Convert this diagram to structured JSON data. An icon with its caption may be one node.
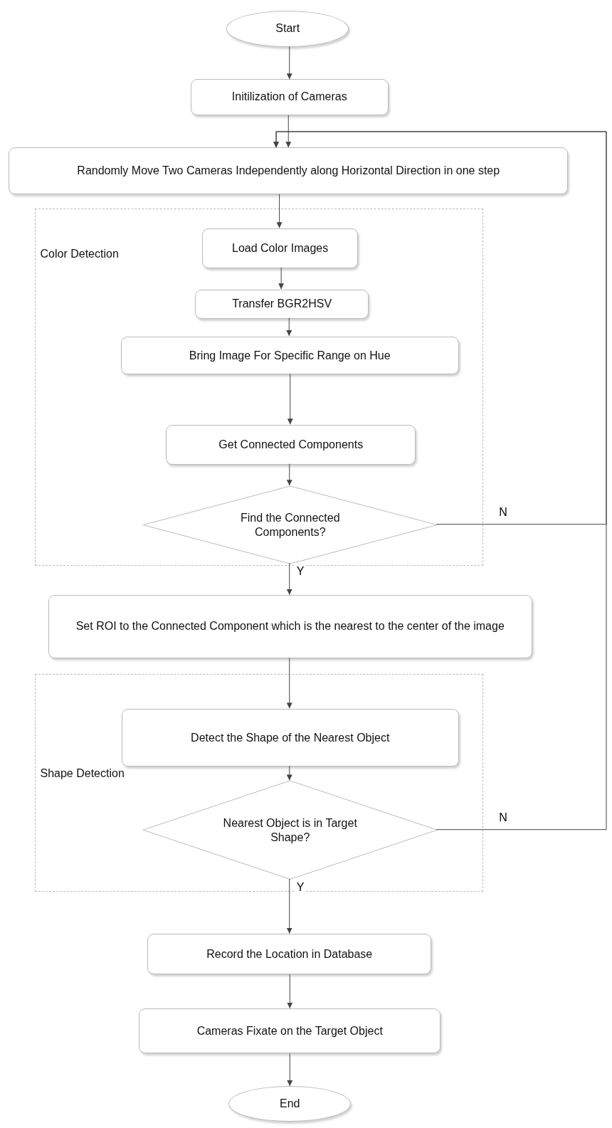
{
  "diagram": {
    "nodes": [
      {
        "text": [
          "Start"
        ]
      },
      {
        "text": [
          "Initilization of Cameras"
        ]
      },
      {
        "text": [
          "Randomly Move Two Cameras Independently along Horizontal Direction in one step"
        ]
      },
      {
        "text": [
          "Color Detection"
        ]
      },
      {
        "text": [
          "Load Color Images"
        ],
        "in": 3
      },
      {
        "text": [
          "Transfer BGR2HSV"
        ],
        "in": 3
      },
      {
        "text": [
          "Bring Image For Specific Range on Hue"
        ],
        "in": 3
      },
      {
        "text": [
          "Get Connected Components"
        ],
        "in": 3
      },
      {
        "text": [
          "Find the Connected Components?"
        ],
        "in": 3
      },
      {
        "text": [
          "Set ROI to the Connected Component which is the nearest to the center of the image"
        ]
      },
      {
        "text": [
          "Shape Detection"
        ]
      },
      {
        "text": [
          "Detect the Shape of the Nearest Object"
        ],
        "in": 10
      },
      {
        "text": [
          "Nearest Object is in Target Shape?"
        ],
        "in": 10
      },
      {
        "text": [
          "Record the Location in Database"
        ]
      },
      {
        "text": [
          "Cameras Fixate on the Target Object"
        ]
      },
      {
        "text": [
          "End"
        ]
      }
    ],
    "edges": [
      {
        "from": 0,
        "to": 1,
        "arrow": "to"
      },
      {
        "from": 1,
        "to": 2,
        "arrow": "to"
      },
      {
        "from": 2,
        "to": 4,
        "arrow": "to"
      },
      {
        "from": 4,
        "to": 5,
        "arrow": "to"
      },
      {
        "from": 5,
        "to": 6,
        "arrow": "to"
      },
      {
        "from": 6,
        "to": 7,
        "arrow": "to"
      },
      {
        "from": 7,
        "to": 8,
        "arrow": "to"
      },
      {
        "from": 8,
        "to": 9,
        "arrow": "to",
        "label": "Y"
      },
      {
        "from": 8,
        "to": 2,
        "arrow": "to",
        "label": "N"
      },
      {
        "from": 9,
        "to": 11,
        "arrow": "to"
      },
      {
        "from": 11,
        "to": 12,
        "arrow": "to"
      },
      {
        "from": 12,
        "to": 13,
        "arrow": "to",
        "label": "Y"
      },
      {
        "from": 12,
        "to": 2,
        "arrow": "to",
        "label": "N"
      },
      {
        "from": 13,
        "to": 14,
        "arrow": "to"
      },
      {
        "from": 14,
        "to": 15,
        "arrow": "to"
      }
    ]
  }
}
